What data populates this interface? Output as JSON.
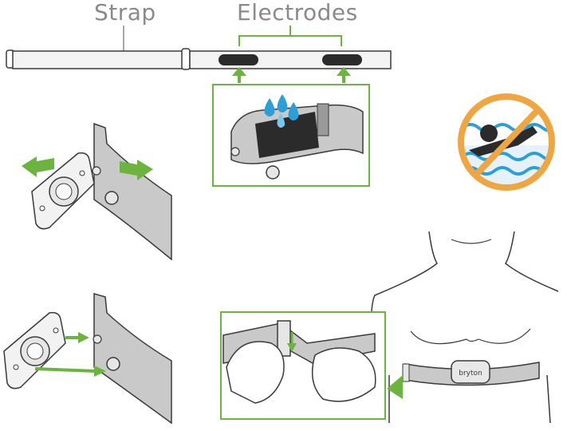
{
  "labels": {
    "strap": "Strap",
    "electrodes": "Electrodes"
  },
  "badge": {
    "brand_text": "bryton"
  },
  "colors": {
    "accent_green": "#6db33f",
    "outline": "#3a3a3a",
    "strap_fill": "#eeeeee",
    "panel_fill": "#c9c9c9",
    "electrode": "#2b2b2b",
    "no_swim_ring": "#f0a640",
    "water_blue": "#2c9fd9"
  },
  "icons": [
    "arrow-icon",
    "water-drops-icon",
    "no-swimming-icon"
  ]
}
